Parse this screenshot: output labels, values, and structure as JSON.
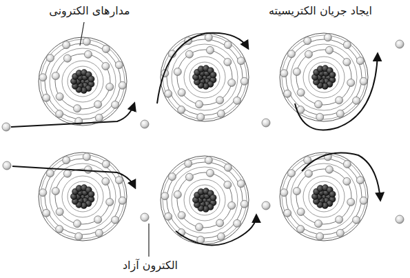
{
  "diagram": {
    "labels": [
      "مدارهای الکترونی",
      "ایجاد جریان الکتریسیته",
      "الکترون آزاد"
    ]
  }
}
